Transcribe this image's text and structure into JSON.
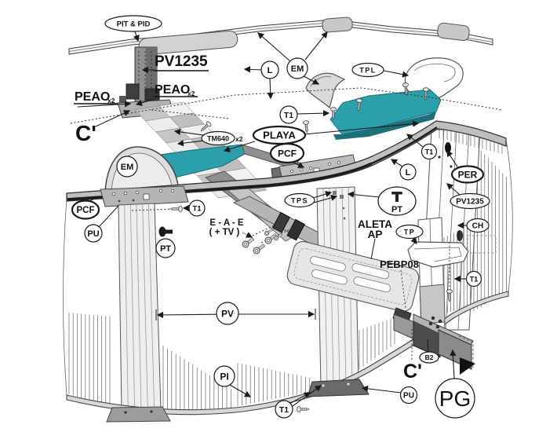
{
  "labels": {
    "pit_pid": "PIT & PID",
    "pv1235": "PV1235",
    "peao": "PEAO",
    "x2": "x2",
    "c_prime": "C'",
    "tm640": "TM640",
    "playa": "PLAYA",
    "pcf": "PCF",
    "em": "EM",
    "l": "L",
    "tpl": "TPL",
    "t1": "T1",
    "per": "PER",
    "ch": "CH",
    "tps": "TPS",
    "pt": "PT",
    "aleta_1": "ALETA",
    "aleta_2": "AP",
    "tp": "TP",
    "pebp08": "PEBP08",
    "eae_1": "E - A - E",
    "eae_2": "( + TV )",
    "pu": "PU",
    "pv": "PV",
    "pi": "PI",
    "b2": "B2",
    "pg": "PG"
  },
  "colors": {
    "plank_teal": "#2B9FAA",
    "outline": "#1a1a1a",
    "beam_dark": "#4c4c4c"
  }
}
